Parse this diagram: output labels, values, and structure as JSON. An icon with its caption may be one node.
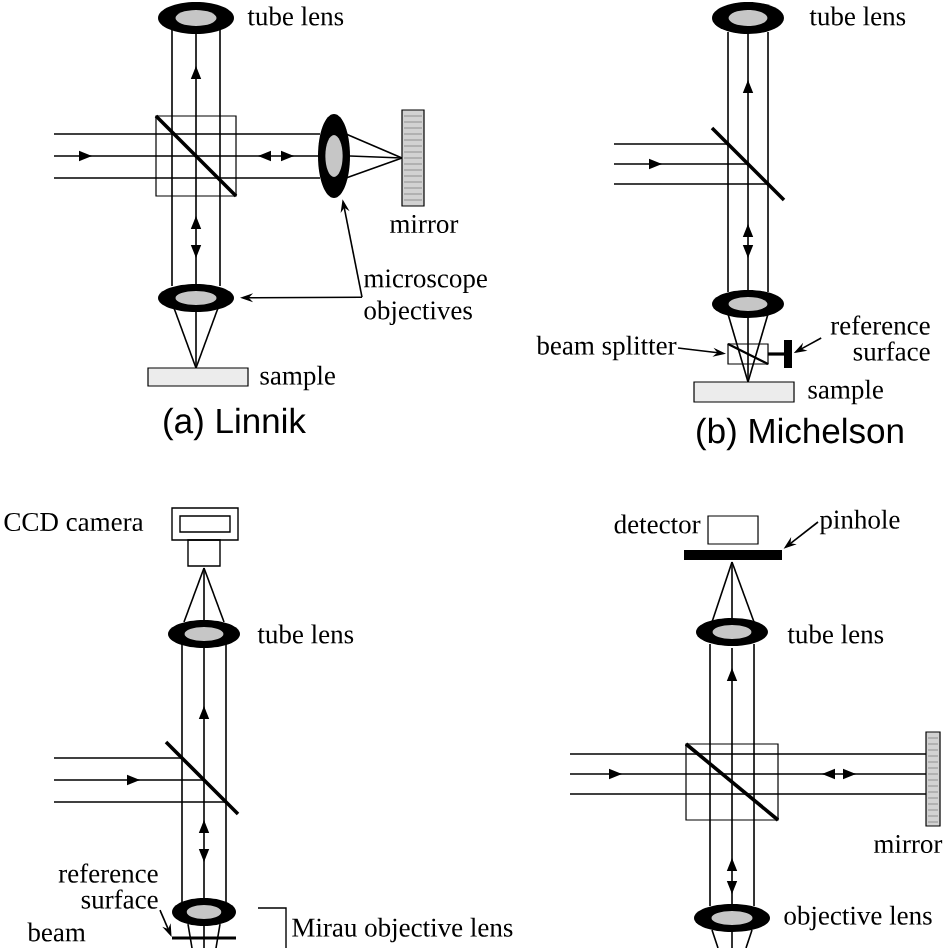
{
  "diagram": {
    "nodes": [
      {
        "text": [],
        "shape": "ellipse",
        "beside": [
          "tube lens"
        ]
      },
      {
        "text": [],
        "shape": "ellipse"
      },
      {
        "text": [
          "microscope objectives"
        ]
      },
      {
        "text": [],
        "shape": "ellipse"
      },
      {
        "text": [],
        "shape": "ellipse",
        "beside": [
          "tube lens"
        ]
      },
      {
        "text": [],
        "shape": "ellipse"
      },
      {
        "text": [
          "beam splitter"
        ]
      },
      {
        "text": [],
        "shape": "box"
      },
      {
        "text": [
          "reference surface"
        ]
      },
      {
        "text": [],
        "shape": "bar"
      },
      {
        "text": [],
        "shape": "ellipse",
        "beside": [
          "tube lens"
        ]
      },
      {
        "text": [],
        "shape": "ellipse"
      },
      {
        "text": [
          "reference surface"
        ]
      },
      {
        "text": [],
        "shape": "bar"
      },
      {
        "text": [
          "pinhole"
        ]
      },
      {
        "text": [],
        "shape": "bar"
      },
      {
        "text": [],
        "shape": "ellipse",
        "beside": [
          "tube lens"
        ]
      },
      {
        "text": [],
        "shape": "ellipse",
        "beside": [
          "objective lens"
        ]
      }
    ],
    "edges": [
      {
        "from": 2,
        "to": 1,
        "arrow": "to"
      },
      {
        "from": 2,
        "to": 3,
        "arrow": "to"
      },
      {
        "from": 6,
        "to": 7,
        "arrow": "to"
      },
      {
        "from": 8,
        "to": 9,
        "arrow": "to"
      },
      {
        "from": 12,
        "to": 13,
        "arrow": "to"
      },
      {
        "from": 14,
        "to": 15,
        "arrow": "to"
      }
    ],
    "labels": [
      "mirror",
      "sample",
      "(a) Linnik",
      "sample",
      "(b) Michelson",
      "CCD camera",
      "beam",
      "Mirau objective lens",
      "detector",
      "mirror"
    ]
  }
}
